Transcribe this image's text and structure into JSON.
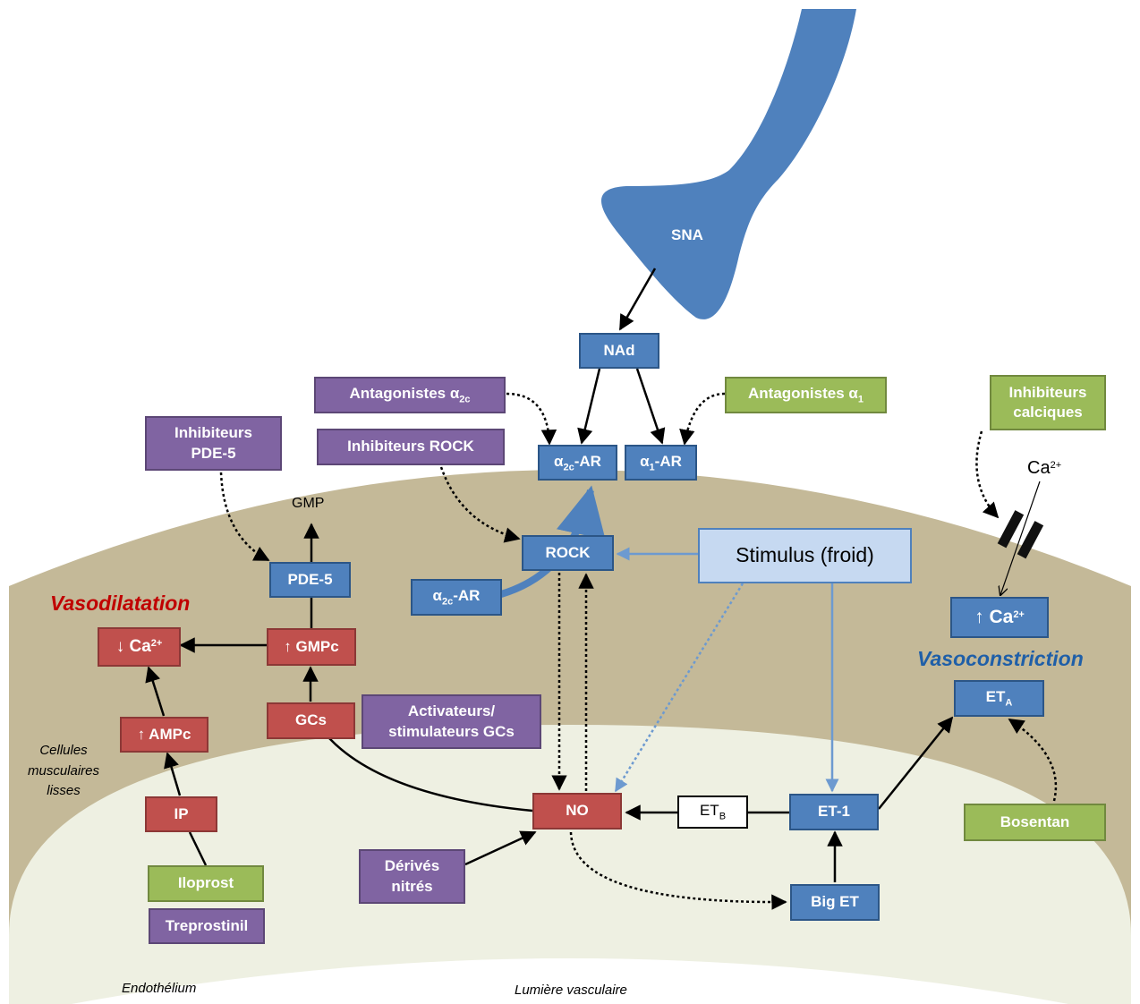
{
  "labels": {
    "sna": "SNA",
    "vasodilatation": "Vasodilatation",
    "vasoconstriction": "Vasoconstriction",
    "cellules": "Cellules musculaires lisses",
    "endothelium": "Endothélium",
    "lumiere": "Lumière vasculaire",
    "gmp": "GMP",
    "ca_ext": "Ca",
    "ca_ext_sup": "2+"
  },
  "boxes": {
    "nad": "NAd",
    "a2c_ar_top_pre": "α",
    "a2c_ar_top_sub": "2c",
    "a2c_ar_top_post": "-AR",
    "a1_ar_pre": "α",
    "a1_ar_sub": "1",
    "a1_ar_post": "-AR",
    "antag_a2c_pre": "Antagonistes α",
    "antag_a2c_sub": "2c",
    "antag_a1_pre": "Antagonistes α",
    "antag_a1_sub": "1",
    "inhib_rock": "Inhibiteurs ROCK",
    "inhib_pde5_l1": "Inhibiteurs",
    "inhib_pde5_l2": "PDE-5",
    "inhib_calc_l1": "Inhibiteurs",
    "inhib_calc_l2": "calciques",
    "rock": "ROCK",
    "a2c_ar_low_pre": "α",
    "a2c_ar_low_sub": "2c",
    "a2c_ar_low_post": "-AR",
    "stimulus": "Stimulus (froid)",
    "pde5": "PDE-5",
    "ca_down_pre": "↓ Ca",
    "ca_down_sup": "2+",
    "gmpc": "↑ GMPc",
    "gcs": "GCs",
    "activ_l1": "Activateurs/",
    "activ_l2": "stimulateurs  GCs",
    "ampc": "↑ AMPc",
    "ip": "IP",
    "iloprost": "Iloprost",
    "treprostinil": "Treprostinil",
    "no": "NO",
    "etb_pre": "ET",
    "etb_sub": "B",
    "et1": "ET-1",
    "eta_pre": "ET",
    "eta_sub": "A",
    "ca_up_pre": "↑ Ca",
    "ca_up_sup": "2+",
    "bosentan": "Bosentan",
    "derives_l1": "Dérivés",
    "derives_l2": "nitrés",
    "big_et": "Big ET"
  },
  "colors": {
    "blue": "#4f81bd",
    "red": "#c0504d",
    "purple": "#8064a2",
    "green": "#9bbb59",
    "tissue": "#c4b998",
    "endothelium": "#eef0e2"
  }
}
